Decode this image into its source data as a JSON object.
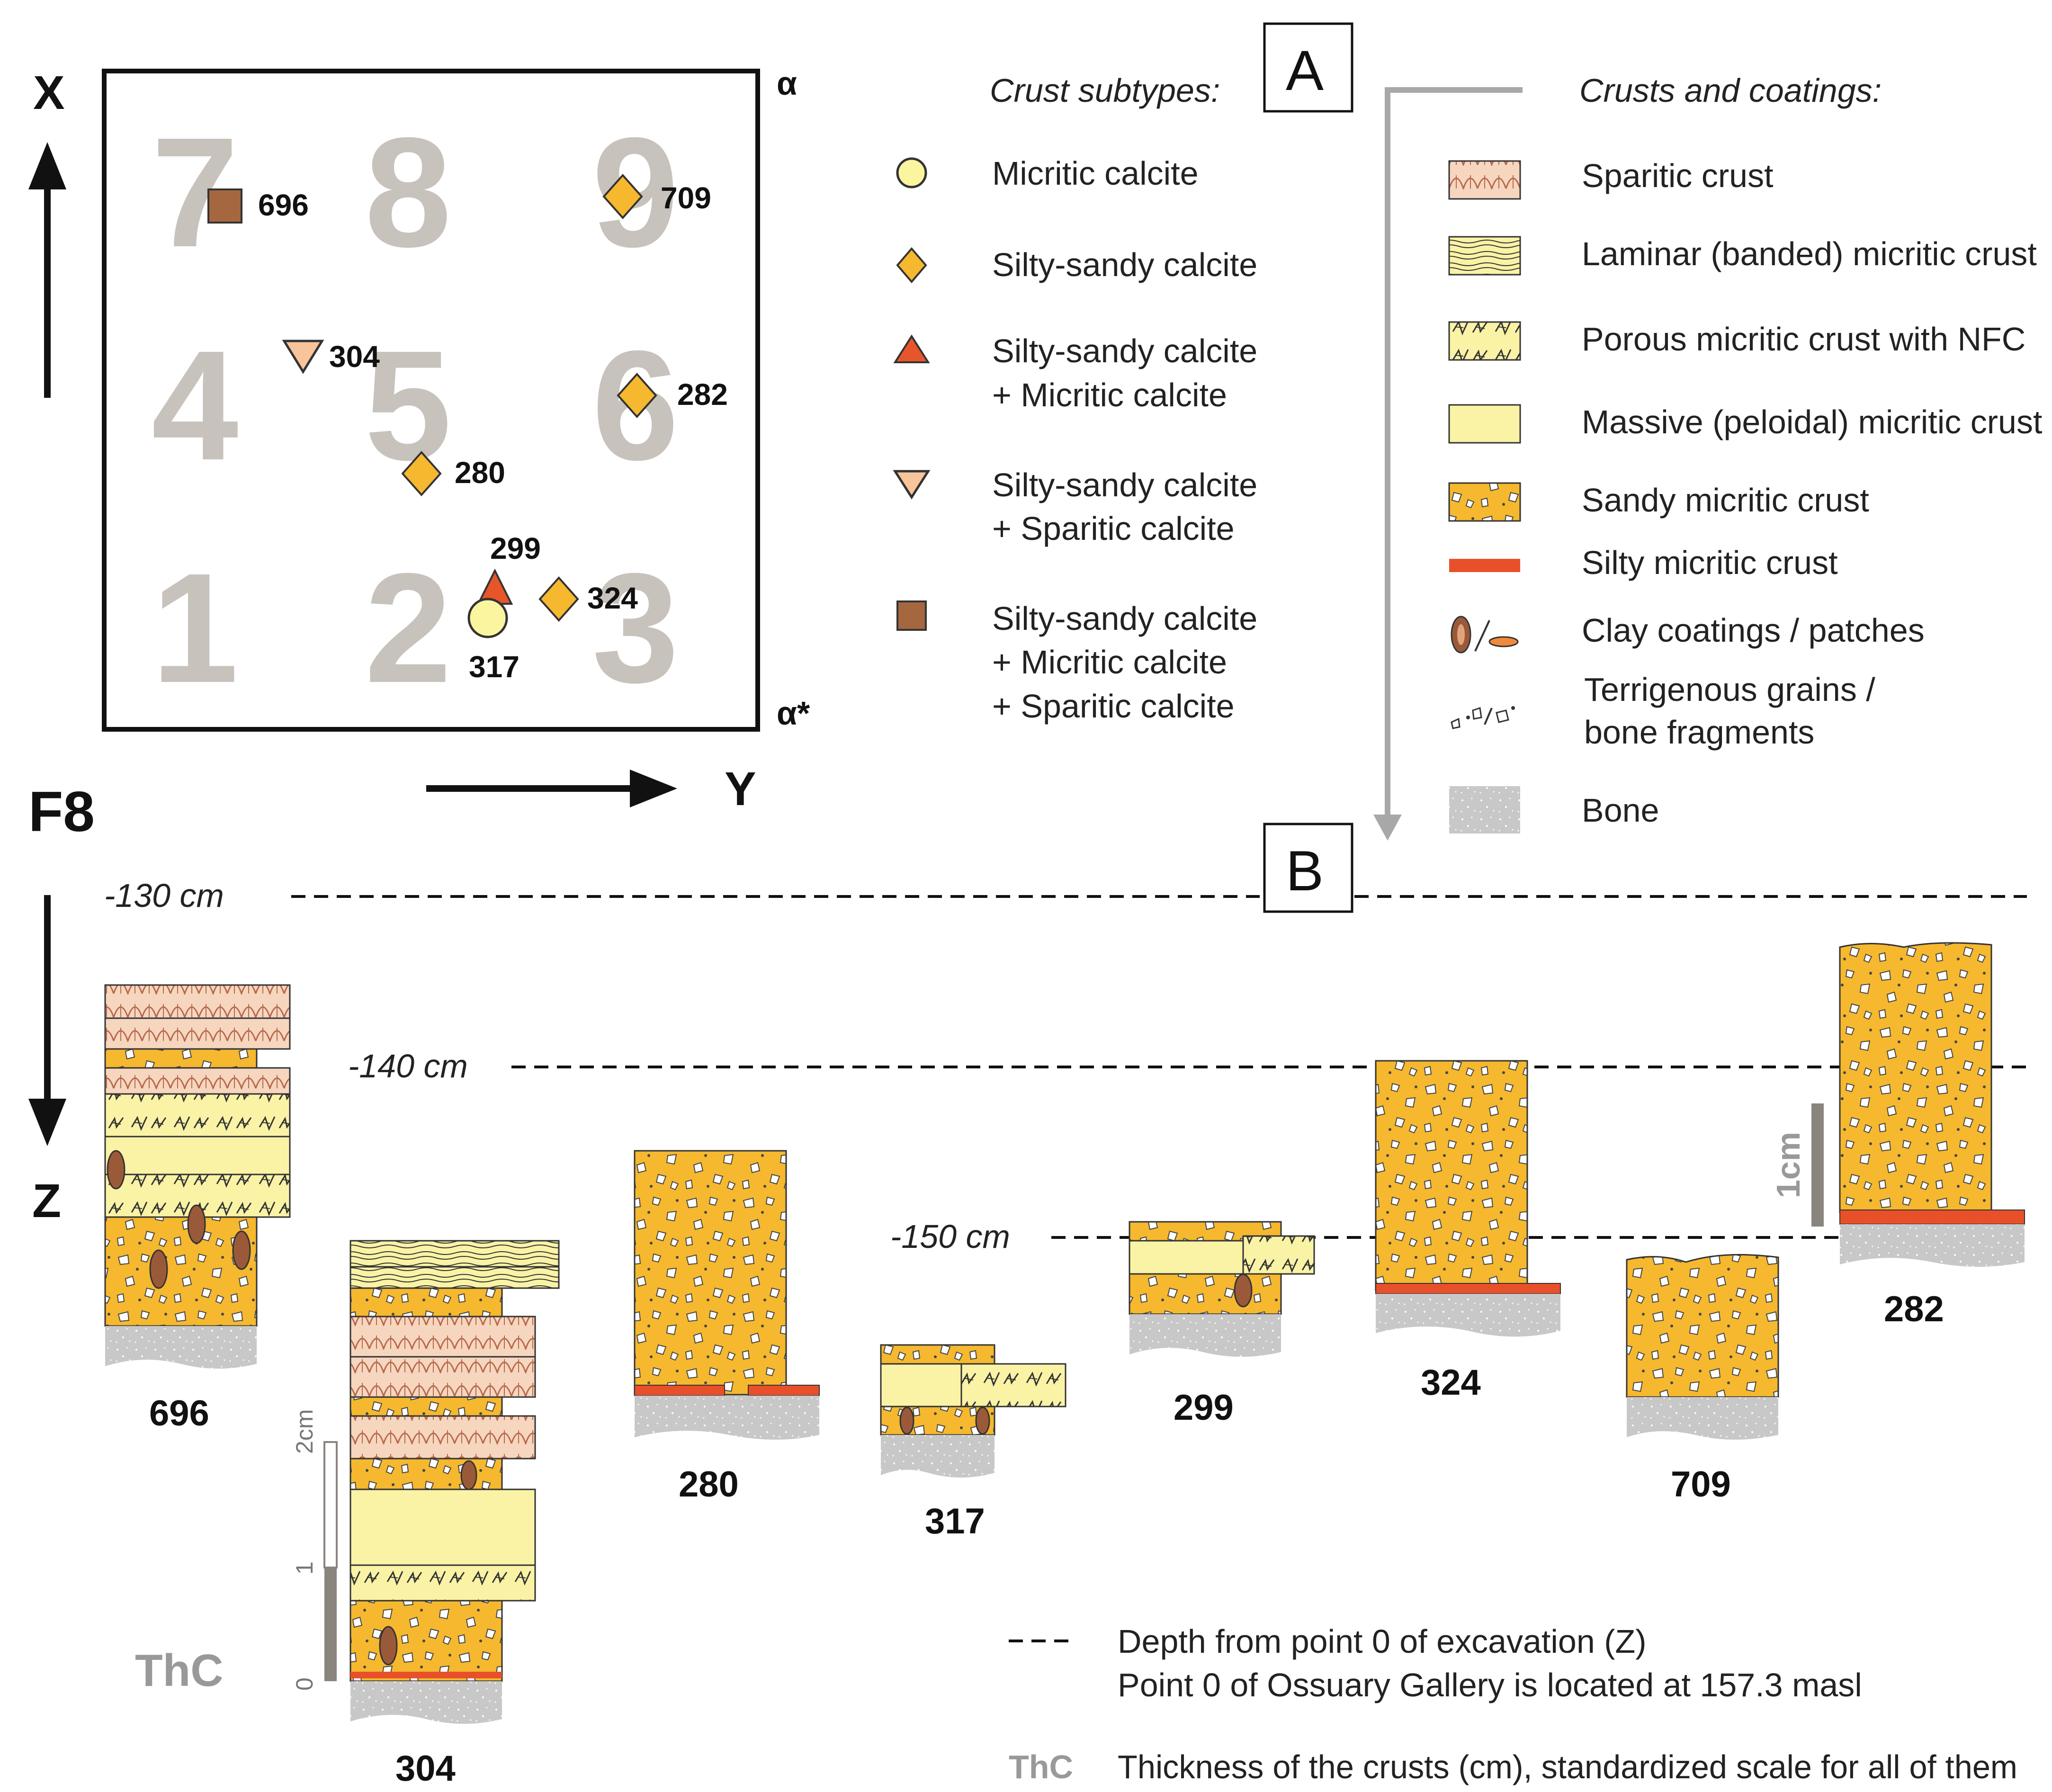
{
  "panel_a": {
    "letter": "A",
    "axis_x": "X",
    "axis_y": "Y",
    "alpha_top": "α",
    "alpha_bottom": "α*",
    "grid_digits": [
      "7",
      "8",
      "9",
      "4",
      "5",
      "6",
      "1",
      "2",
      "3"
    ],
    "samples": [
      {
        "id": "696",
        "subtype": "square"
      },
      {
        "id": "709",
        "subtype": "diamond"
      },
      {
        "id": "304",
        "subtype": "triangle-down"
      },
      {
        "id": "282",
        "subtype": "diamond"
      },
      {
        "id": "280",
        "subtype": "diamond"
      },
      {
        "id": "299",
        "subtype": "triangle-up"
      },
      {
        "id": "324",
        "subtype": "diamond"
      },
      {
        "id": "317",
        "subtype": "circle"
      }
    ]
  },
  "subtypes_legend": {
    "title": "Crust subtypes:",
    "items": [
      {
        "symbol": "circle",
        "lines": [
          "Micritic calcite"
        ]
      },
      {
        "symbol": "diamond",
        "lines": [
          "Silty-sandy calcite"
        ]
      },
      {
        "symbol": "triangle-up",
        "lines": [
          "Silty-sandy calcite",
          "+ Micritic calcite"
        ]
      },
      {
        "symbol": "triangle-down",
        "lines": [
          "Silty-sandy calcite",
          "+ Sparitic calcite"
        ]
      },
      {
        "symbol": "square",
        "lines": [
          "Silty-sandy calcite",
          "+ Micritic calcite",
          "+ Sparitic calcite"
        ]
      }
    ]
  },
  "coatings_legend": {
    "title": "Crusts and coatings:",
    "items": [
      {
        "pattern": "sparitic",
        "lines": [
          "Sparitic crust"
        ]
      },
      {
        "pattern": "laminar",
        "lines": [
          "Laminar (banded) micritic crust"
        ]
      },
      {
        "pattern": "porous",
        "lines": [
          "Porous micritic crust with NFC"
        ]
      },
      {
        "pattern": "massive",
        "lines": [
          "Massive (peloidal) micritic crust"
        ]
      },
      {
        "pattern": "sandy",
        "lines": [
          "Sandy micritic crust"
        ]
      },
      {
        "pattern": "silty",
        "lines": [
          "Silty micritic crust"
        ]
      },
      {
        "pattern": "clay",
        "lines": [
          "Clay coatings / patches"
        ]
      },
      {
        "pattern": "grains",
        "lines": [
          "Terrigenous grains /",
          "bone fragments"
        ]
      },
      {
        "pattern": "bone",
        "lines": [
          "Bone"
        ]
      }
    ]
  },
  "panel_b": {
    "letter": "B",
    "section": "F8",
    "axis_z": "Z",
    "depth_lines": [
      "-130 cm",
      "-140 cm",
      "-150 cm"
    ],
    "columns": [
      "696",
      "304",
      "280",
      "317",
      "299",
      "324",
      "709",
      "282"
    ],
    "scale_2cm": {
      "label_top": "2cm",
      "label_mid": "1",
      "label_bottom": "0",
      "thc": "ThC"
    },
    "scale_1cm": {
      "label": "1cm"
    }
  },
  "notes": {
    "dash_symbol": "- - -",
    "depth_line1": "Depth from point 0 of excavation (Z)",
    "depth_line2": "Point 0 of Ossuary Gallery is located at 157.3 masl",
    "thc_symbol": "ThC",
    "thc_text": "Thickness of the crusts (cm), standardized scale for all of them"
  },
  "colors": {
    "sandy_fill": "#f5b82e",
    "massive_fill": "#faf3a6",
    "sparitic_fill": "#f3cfb8",
    "silty_red": "#e8502a",
    "bone_gray": "#c8c8c8",
    "clay_brown": "#9a5a3a",
    "square_brown": "#a5673f",
    "triangle_red": "#e7562a",
    "triangle_down_fill": "#f7c49b",
    "circle_fill": "#fbf5a0",
    "diamond_fill": "#f5b82e"
  }
}
